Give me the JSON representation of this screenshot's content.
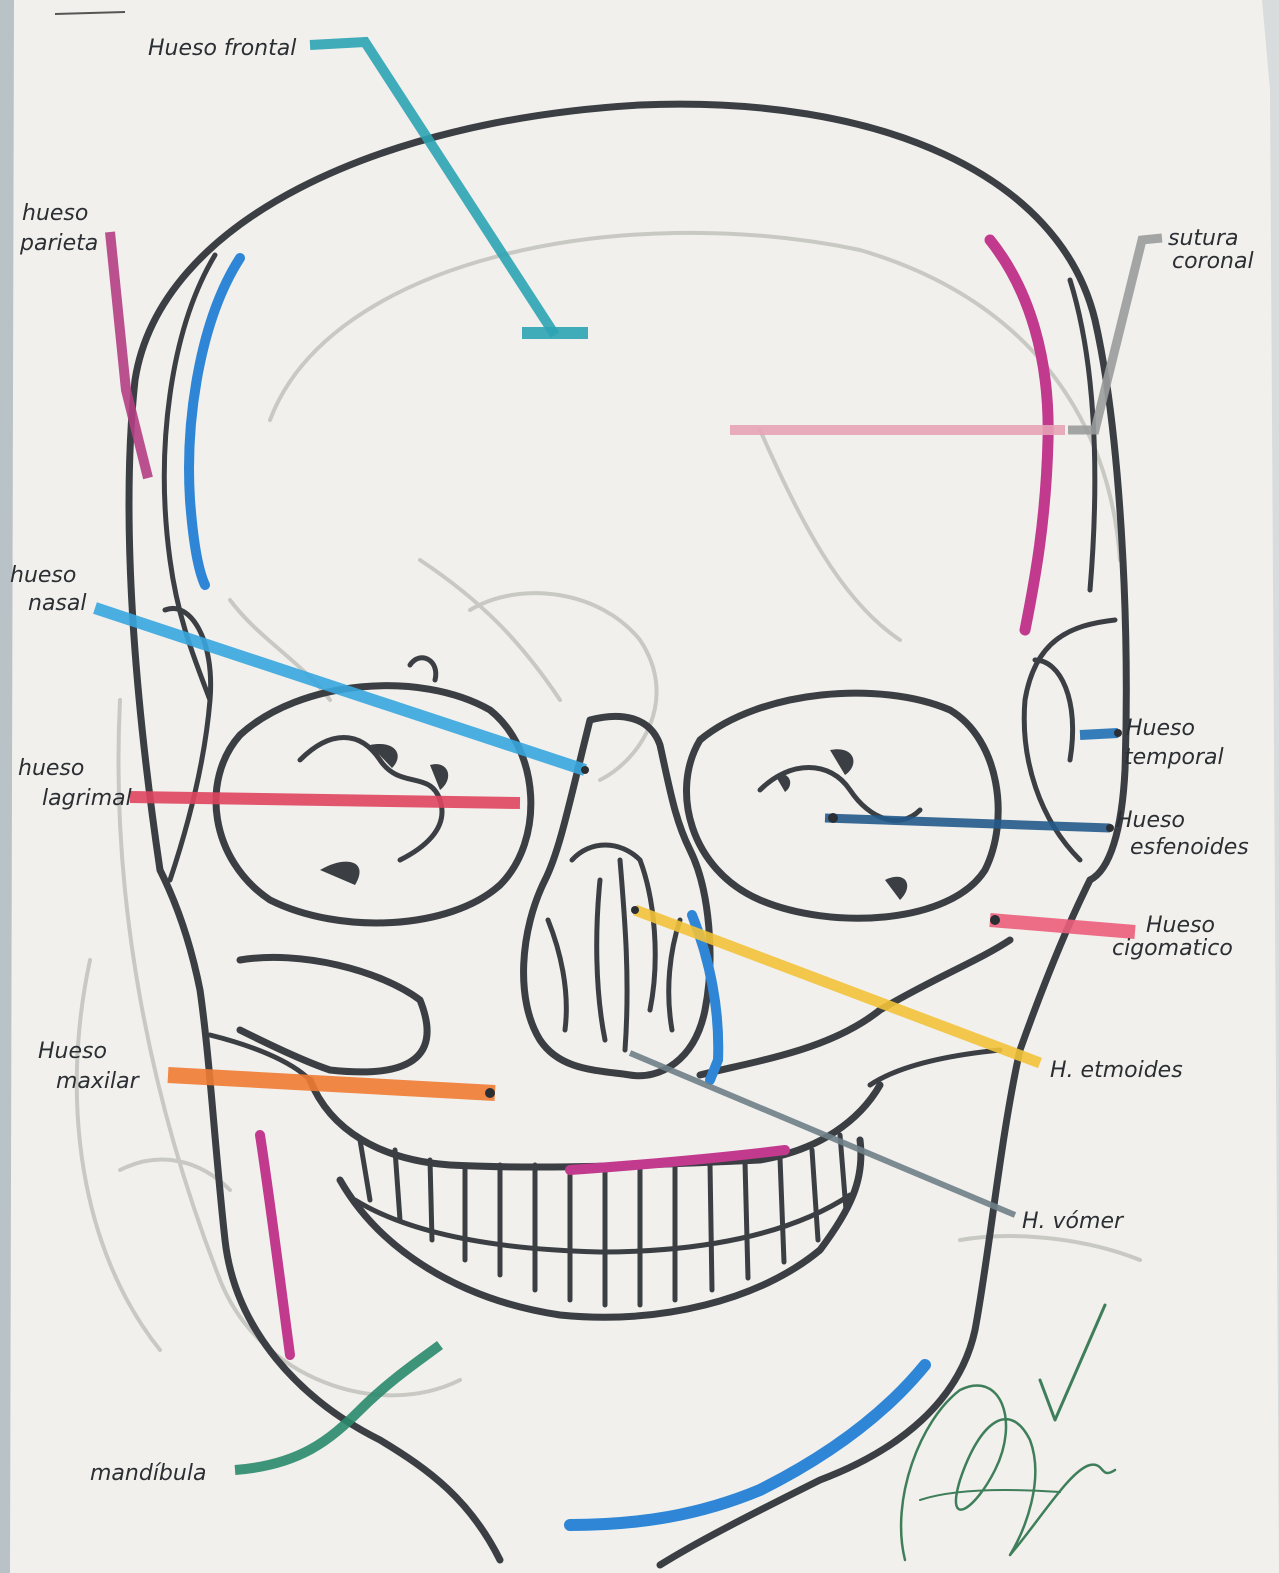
{
  "colors": {
    "paper": "#f1f0ec",
    "ink": "#3b3f44",
    "hueso_frontal": "#2ca3b4",
    "hueso_parietal": "#b43f84",
    "hueso_nasal": "#38a6df",
    "hueso_lagrimal": "#e0455f",
    "hueso_maxilar": "#ef7b33",
    "mandibula": "#2a8a6b",
    "sutura_coronal": "#9a9b9c",
    "hueso_temporal": "#1f6fb5",
    "hueso_esfenoides": "#245a8c",
    "hueso_cigomatico": "#ec5e7c",
    "h_etmoides": "#f2c23a",
    "h_vomer": "#6f7f88",
    "accent_blue": "#2f86d6",
    "accent_magenta": "#c23a8d",
    "signature": "#3f7e5a"
  },
  "labels": {
    "hueso_frontal": "Hueso frontal",
    "hueso_parietal_1": "hueso",
    "hueso_parietal_2": "parieta",
    "hueso_nasal_1": "hueso",
    "hueso_nasal_2": "nasal",
    "hueso_lagrimal_1": "hueso",
    "hueso_lagrimal_2": "lagrimal",
    "hueso_maxilar_1": "Hueso",
    "hueso_maxilar_2": "maxilar",
    "mandibula": "mandíbula",
    "sutura_coronal_1": "sutura",
    "sutura_coronal_2": "coronal",
    "hueso_temporal_1": "Hueso",
    "hueso_temporal_2": "temporal",
    "hueso_esfenoides_1": "Hueso",
    "hueso_esfenoides_2": "esfenoides",
    "hueso_cigomatico_1": "Hueso",
    "hueso_cigomatico_2": "cigomatico",
    "h_etmoides": "H. etmoides",
    "h_vomer": "H. vómer"
  }
}
